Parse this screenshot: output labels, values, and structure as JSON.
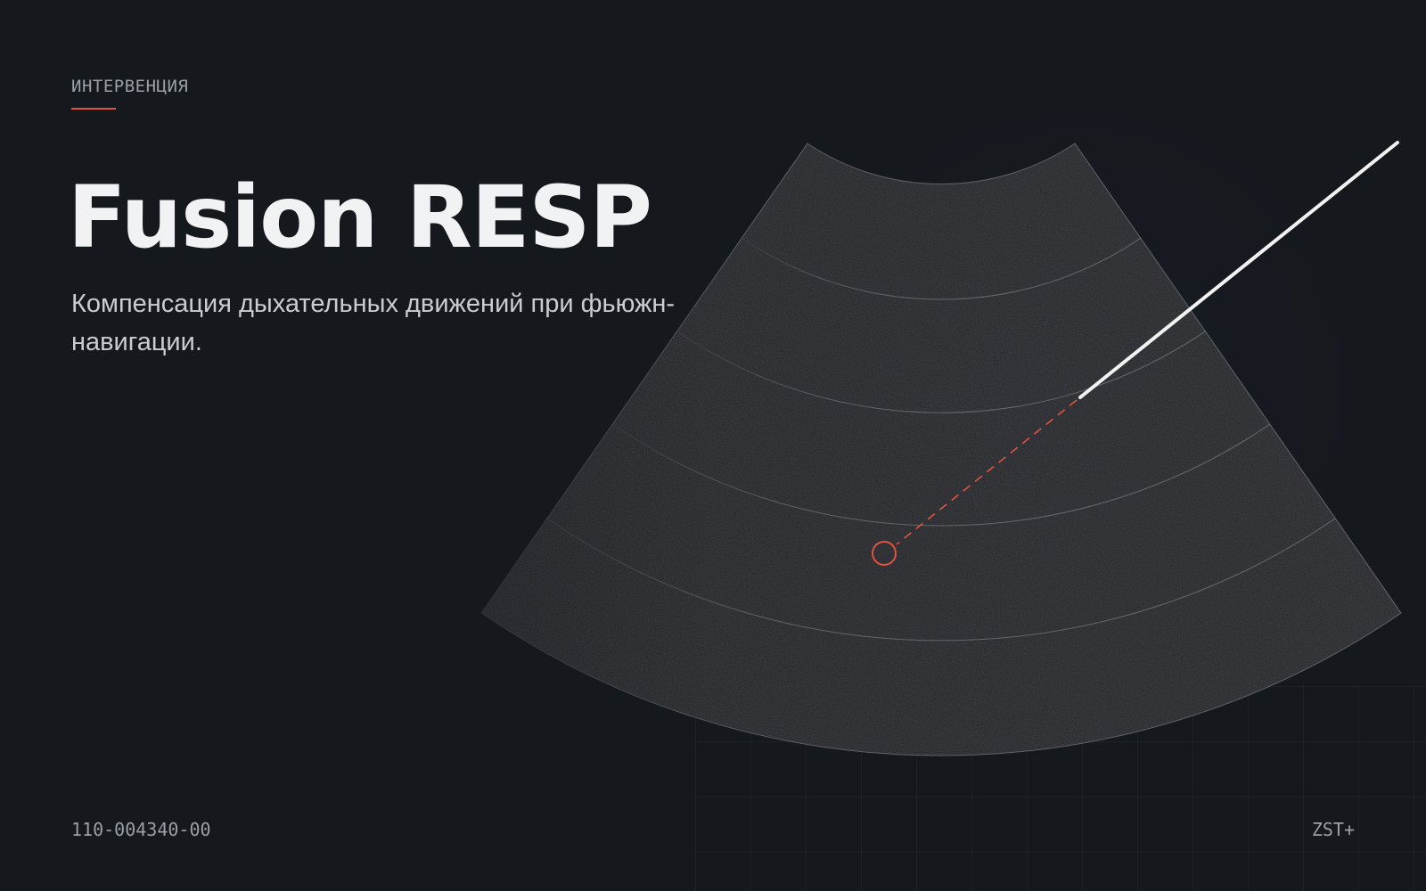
{
  "slide": {
    "eyebrow": "ИНТЕРВЕНЦИЯ",
    "title": "Fusion RESP",
    "subtitle": "Компенсация дыхательных движений при фьюжн-навигации.",
    "doc_code": "110-004340-00",
    "brand_mark": "ZST+"
  },
  "colors": {
    "background": "#15181c",
    "accent": "#e05241",
    "title": "#f1f2f3",
    "subtitle": "#c9ccd0",
    "muted": "#9aa0a7",
    "needle": "#f2f2f2"
  },
  "illustration": {
    "type": "ultrasound-sector-scan",
    "depth_bands": 5,
    "needle_icon": "needle-icon",
    "target_icon": "target-ring-icon"
  }
}
